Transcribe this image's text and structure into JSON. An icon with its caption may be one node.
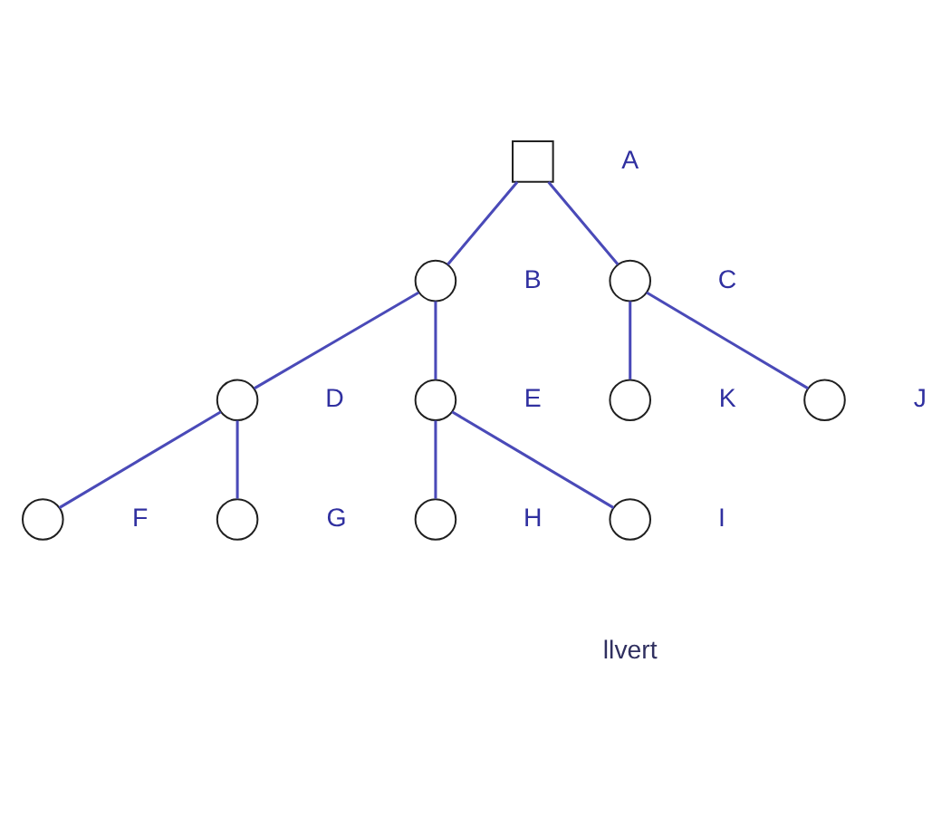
{
  "diagram": {
    "nodes": [
      {
        "text": [],
        "shape": "box",
        "beside": [
          "A"
        ]
      },
      {
        "text": [],
        "shape": "circle",
        "beside": [
          "B"
        ]
      },
      {
        "text": [],
        "shape": "circle",
        "beside": [
          "C"
        ]
      },
      {
        "text": [],
        "shape": "circle",
        "beside": [
          "D"
        ]
      },
      {
        "text": [],
        "shape": "circle",
        "beside": [
          "E"
        ]
      },
      {
        "text": [],
        "shape": "circle",
        "beside": [
          "K"
        ]
      },
      {
        "text": [],
        "shape": "circle",
        "beside": [
          "J"
        ]
      },
      {
        "text": [],
        "shape": "circle",
        "beside": [
          "F"
        ]
      },
      {
        "text": [],
        "shape": "circle",
        "beside": [
          "G"
        ]
      },
      {
        "text": [],
        "shape": "circle",
        "beside": [
          "H"
        ]
      },
      {
        "text": [],
        "shape": "circle",
        "beside": [
          "I"
        ]
      }
    ],
    "edges": [
      {
        "from": 0,
        "to": 1,
        "arrow": "none"
      },
      {
        "from": 0,
        "to": 2,
        "arrow": "none"
      },
      {
        "from": 1,
        "to": 3,
        "arrow": "none"
      },
      {
        "from": 1,
        "to": 4,
        "arrow": "none"
      },
      {
        "from": 2,
        "to": 5,
        "arrow": "none"
      },
      {
        "from": 2,
        "to": 6,
        "arrow": "none"
      },
      {
        "from": 3,
        "to": 7,
        "arrow": "none"
      },
      {
        "from": 3,
        "to": 8,
        "arrow": "none"
      },
      {
        "from": 4,
        "to": 9,
        "arrow": "none"
      },
      {
        "from": 4,
        "to": 10,
        "arrow": "none"
      }
    ],
    "labels": [
      "llvert"
    ]
  }
}
